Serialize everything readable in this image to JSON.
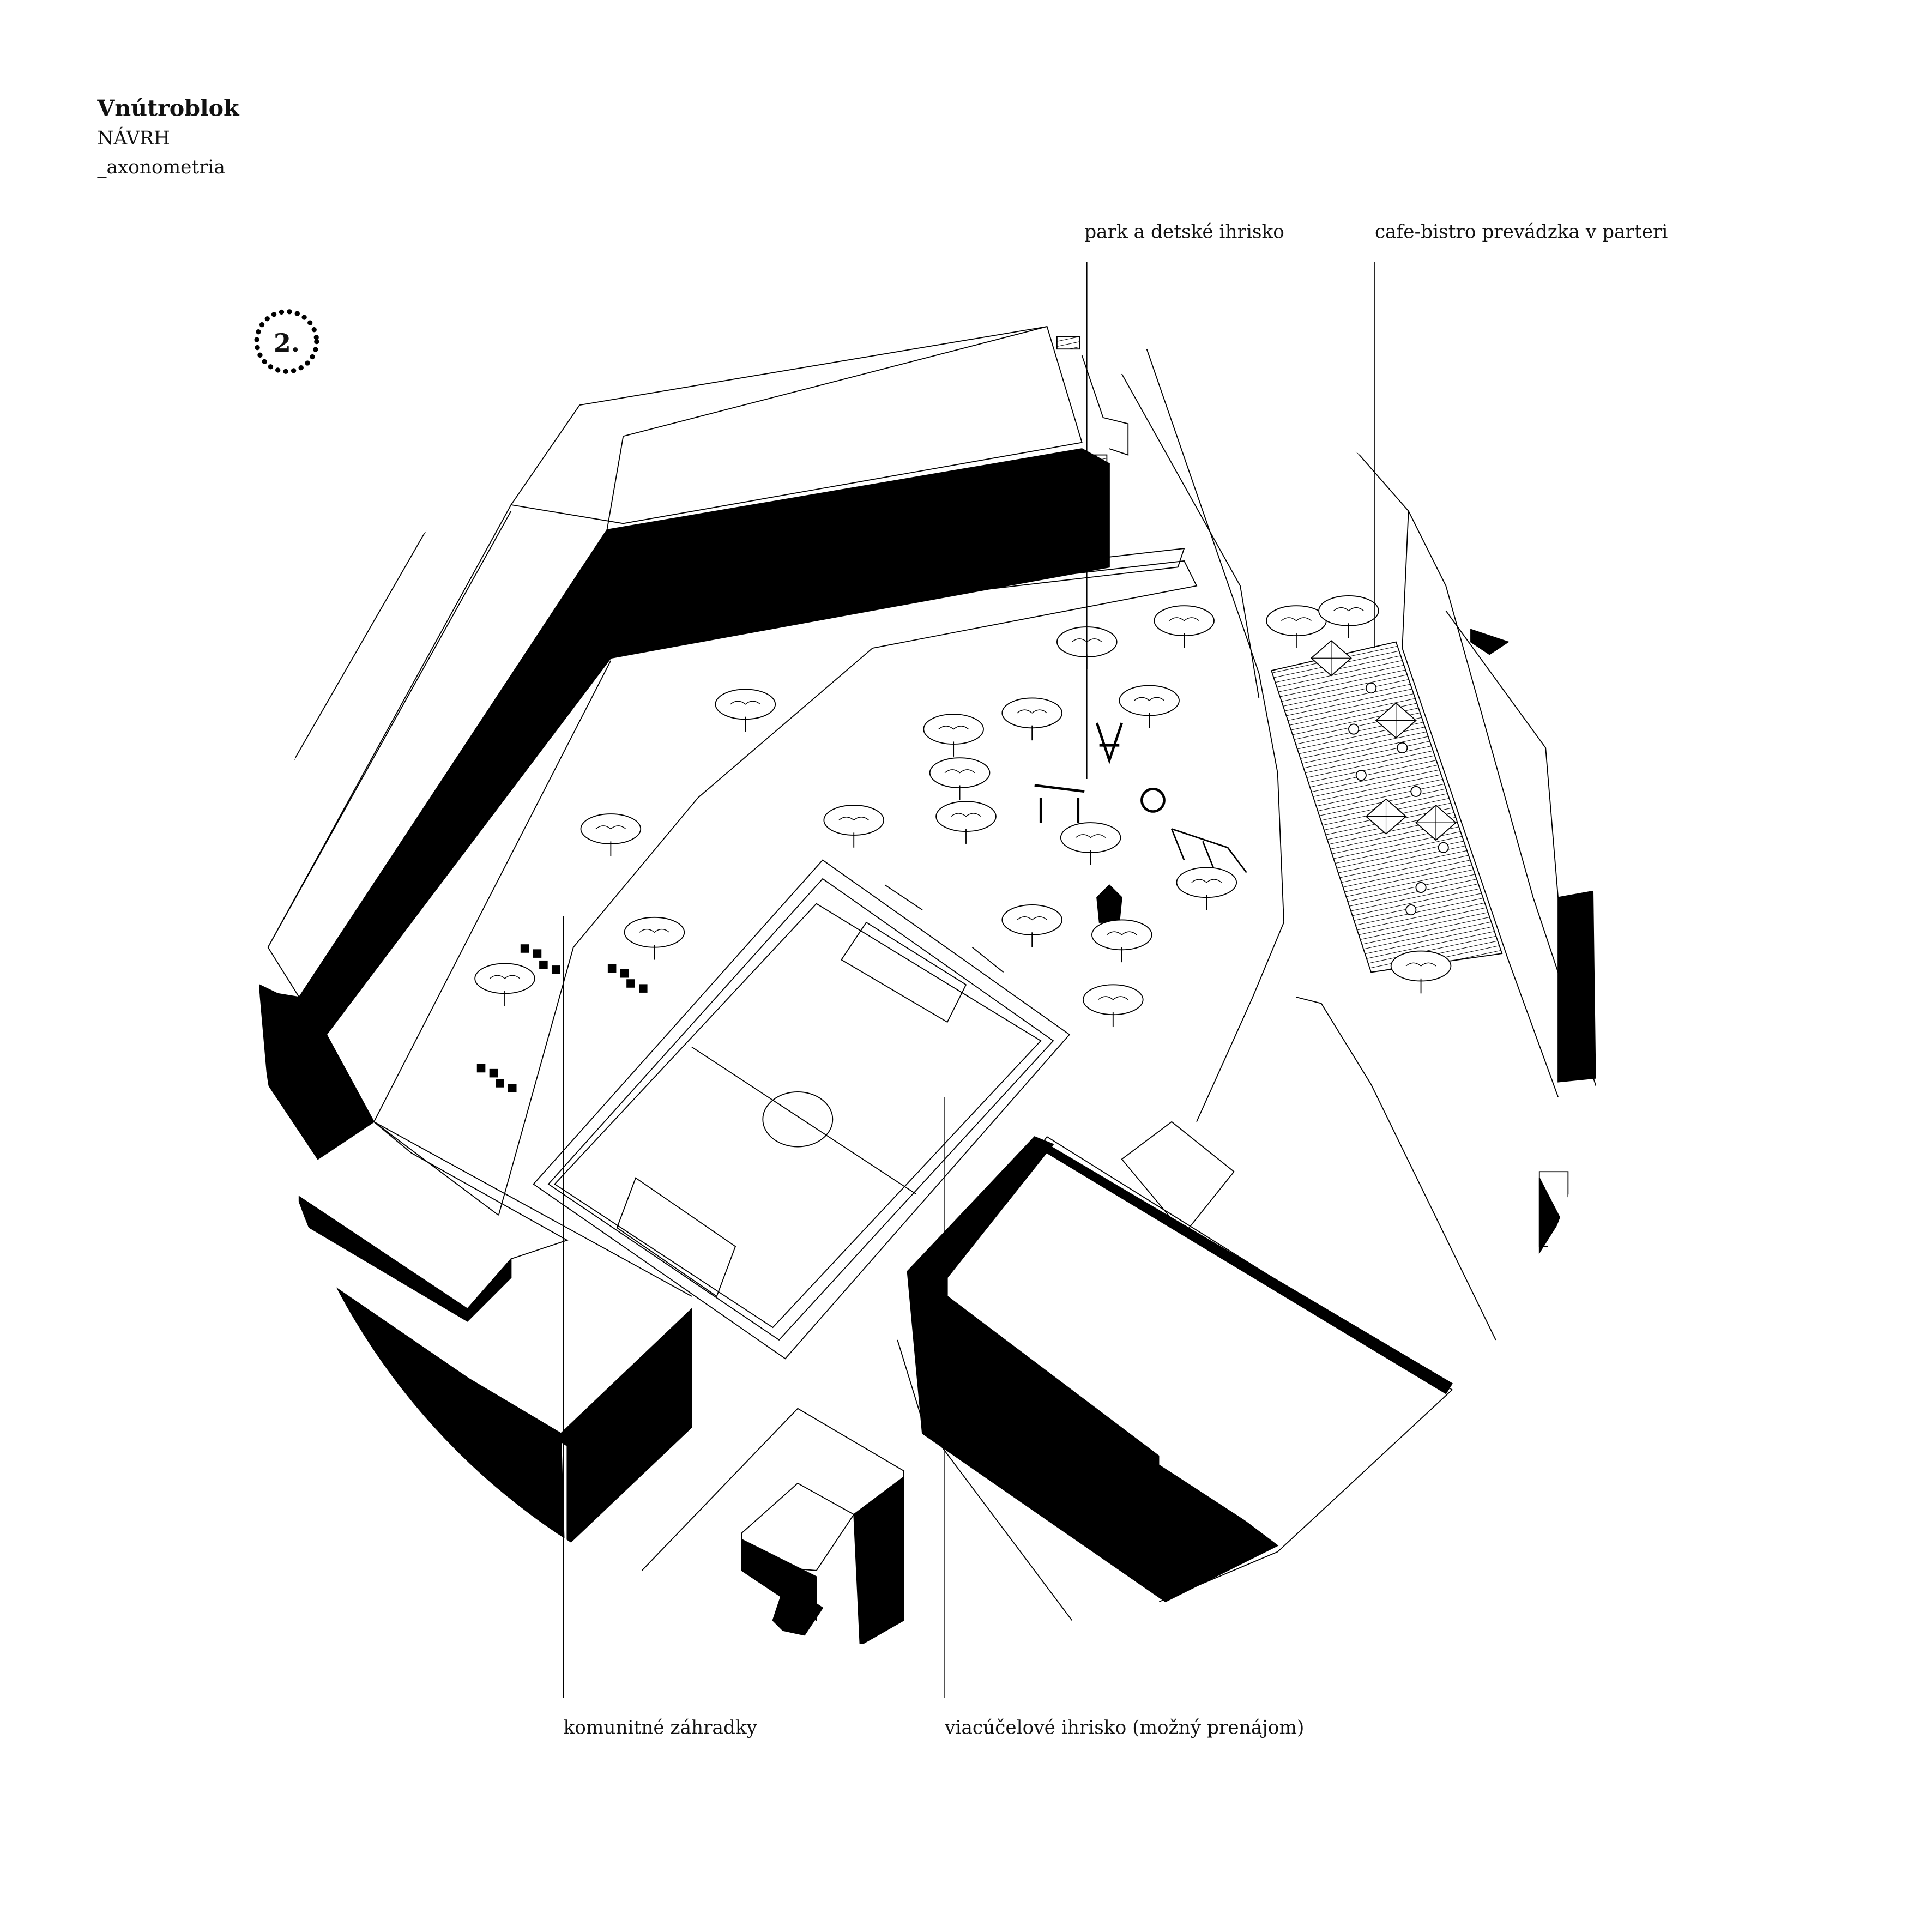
{
  "header": {
    "title": "Vnútroblok",
    "subtitle": "NÁVRH",
    "view_type": "_axonometria"
  },
  "badge": {
    "number": "2."
  },
  "annotations": {
    "park": "park a detské ihrisko",
    "cafe": "cafe-bistro prevádzka v parteri",
    "gardens": "komunitné záhradky",
    "sports": "viacúčelové ihrisko (možný prenájom)"
  },
  "colors": {
    "ink": "#000000",
    "paper": "#ffffff"
  }
}
